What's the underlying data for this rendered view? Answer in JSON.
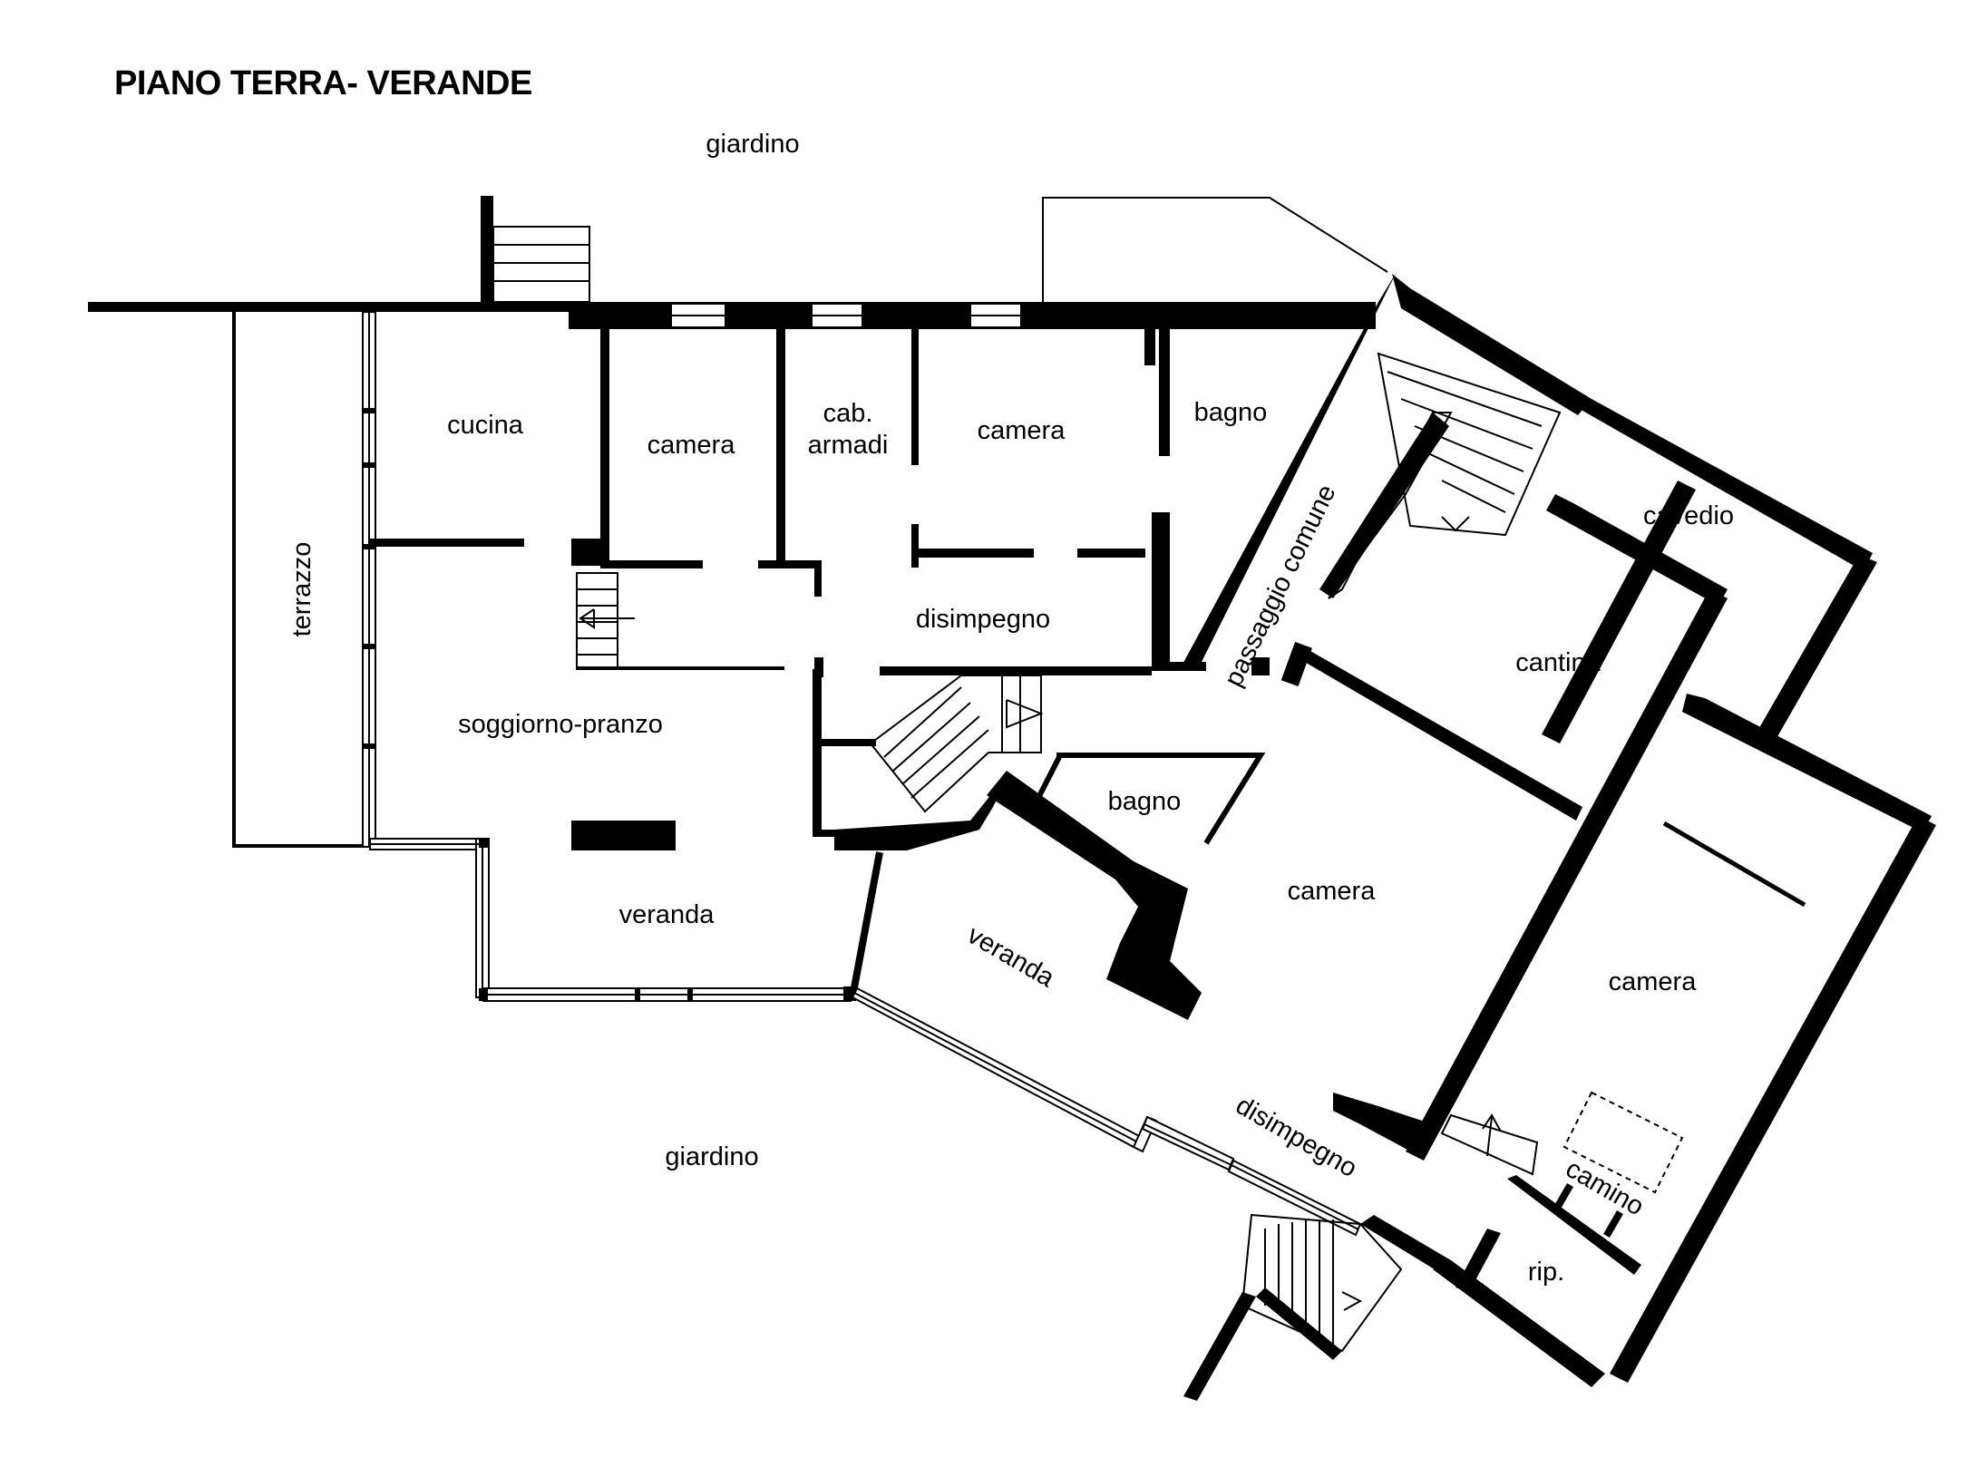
{
  "title": "PIANO TERRA- VERANDE",
  "labels": {
    "giardino_top": "giardino",
    "giardino_bottom": "giardino",
    "cucina": "cucina",
    "camera_1": "camera",
    "cab_armadi_line1": "cab.",
    "cab_armadi_line2": "armadi",
    "camera_2": "camera",
    "bagno_1": "bagno",
    "terrazzo": "terrazzo",
    "disimpegno_1": "disimpegno",
    "soggiorno_pranzo": "soggiorno-pranzo",
    "veranda_1": "veranda",
    "passaggio_comune": "passaggio comune",
    "cavedio": "cavedio",
    "cantina": "cantina",
    "bagno_2": "bagno",
    "camera_3": "camera",
    "veranda_2": "veranda",
    "camera_4": "camera",
    "disimpegno_2": "disimpegno",
    "camino": "camino",
    "rip": "rip."
  }
}
